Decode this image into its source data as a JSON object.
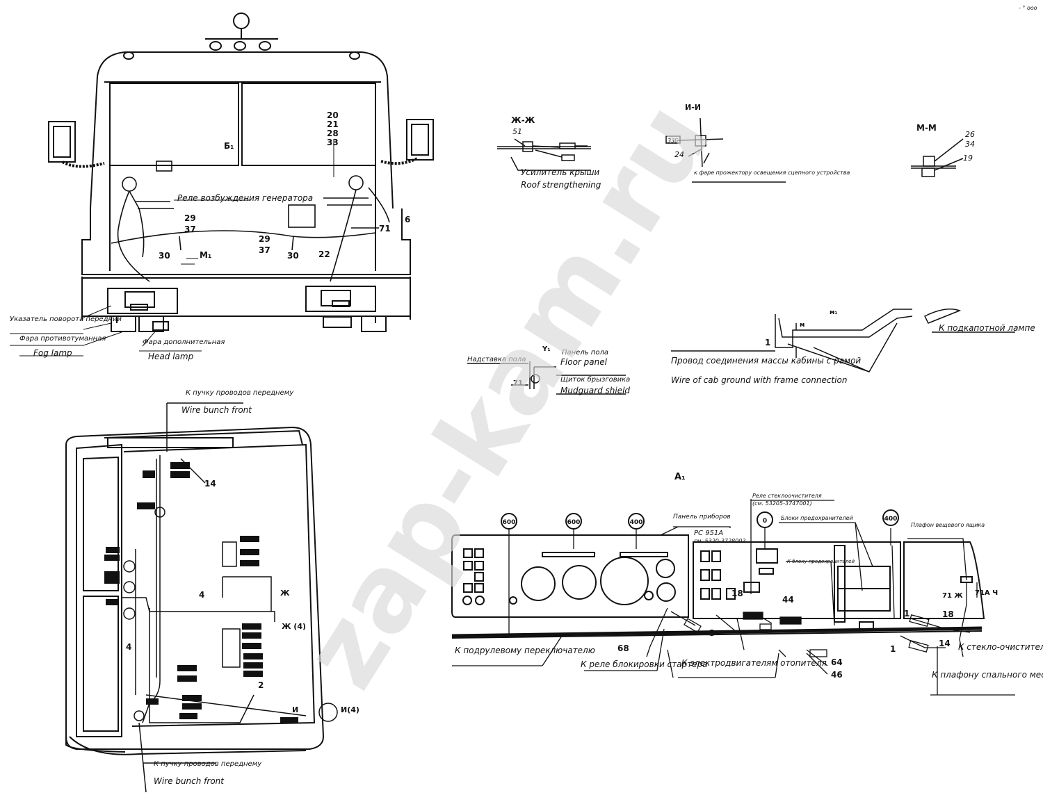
{
  "watermark": "zap-kam.ru",
  "corner_mark": "- ° ooo",
  "front_view": {
    "relay_label": "Реле возбуждения генератора",
    "marker_b1": "Б₁",
    "marker_m1": "М₁",
    "callouts": {
      "c20": "20",
      "c21": "21",
      "c28": "28",
      "c33": "33",
      "c29a": "29",
      "c37a": "37",
      "c29b": "29",
      "c37b": "37",
      "c30a": "30",
      "c30b": "30",
      "c22": "22",
      "c71": "71",
      "c6": "6"
    },
    "turn_signal_ru": "Указатель поворота передний",
    "fog_lamp_ru": "Фара противотуманная",
    "fog_lamp_en": "Fog lamp",
    "head_lamp_ru": "Фара дополнительная",
    "head_lamp_en": "Head lamp"
  },
  "section_zh": {
    "title": "Ж-Ж",
    "num": "51",
    "label_ru": "Усилитель крыши",
    "label_en": "Roof strengthening"
  },
  "section_i": {
    "title": "И-И",
    "num1": "33Б",
    "num2": "24",
    "note": "к фаре прожектору освещения сцепного устройства"
  },
  "section_m": {
    "title": "М-М",
    "n26": "26",
    "n34": "34",
    "n19": "19"
  },
  "cab_ground": {
    "marker_m": "м",
    "marker_n": "м₁",
    "num": "1",
    "label_ru": "Провод соединения массы кабины с рамой",
    "label_en": "Wire of cab ground with frame connection",
    "lamp_label": "К подкапотной лампе"
  },
  "floor_detail": {
    "marker": "Y₁",
    "num": "71",
    "extension_label": "Надставка пола",
    "floor_ru": "Панель пола",
    "floor_en": "Floor panel",
    "mudguard_ru": "Щиток брызговика",
    "mudguard_en": "Mudguard shield"
  },
  "top_view": {
    "front_ru": "К пучку проводов переднему",
    "front_en": "Wire bunch front",
    "back_ru": "К пучку проводов переднему",
    "back_en": "Wire bunch front",
    "num14": "14",
    "num4a": "4",
    "num4b": "4",
    "num2": "2",
    "marker_zh": "Ж",
    "marker_zh4": "Ж (4)",
    "marker_i": "И",
    "marker_i4": "И(4)"
  },
  "panel": {
    "title": "А₁",
    "instrument_panel": "Панель приборов",
    "wiper_relay": "Реле стеклоочистителя",
    "wiper_relay_ref": "(см. 53205-3747001)",
    "rs951a": "РС 951А",
    "rs951a_ref": "см. 5320-3728002",
    "fuse_blocks": "Блоки предохранителей",
    "to_fuse_block": "К блоку предохранителей",
    "cabinet_lamp": "Плафон вещевого ящика",
    "gauge600a": "600",
    "gauge600b": "600",
    "gauge400a": "400",
    "gauge0": "0",
    "gauge400b": "400",
    "n18a": "18",
    "n44": "44",
    "n3": "3",
    "n68": "68",
    "n64": "64",
    "n46": "46",
    "n1a": "1",
    "n1b": "1",
    "n14": "14",
    "n18b": "18",
    "tag71zh": "71 Ж",
    "tag71ach": "71А Ч",
    "to_steering_switch": "К подрулевому переключателю",
    "to_starter_relay": "К реле блокировки стартера",
    "to_heater_motors": "К электродвигателям отопителя",
    "to_wiper": "К стекло-очистителю",
    "to_sleeper_lamp": "К плафону спального места"
  }
}
